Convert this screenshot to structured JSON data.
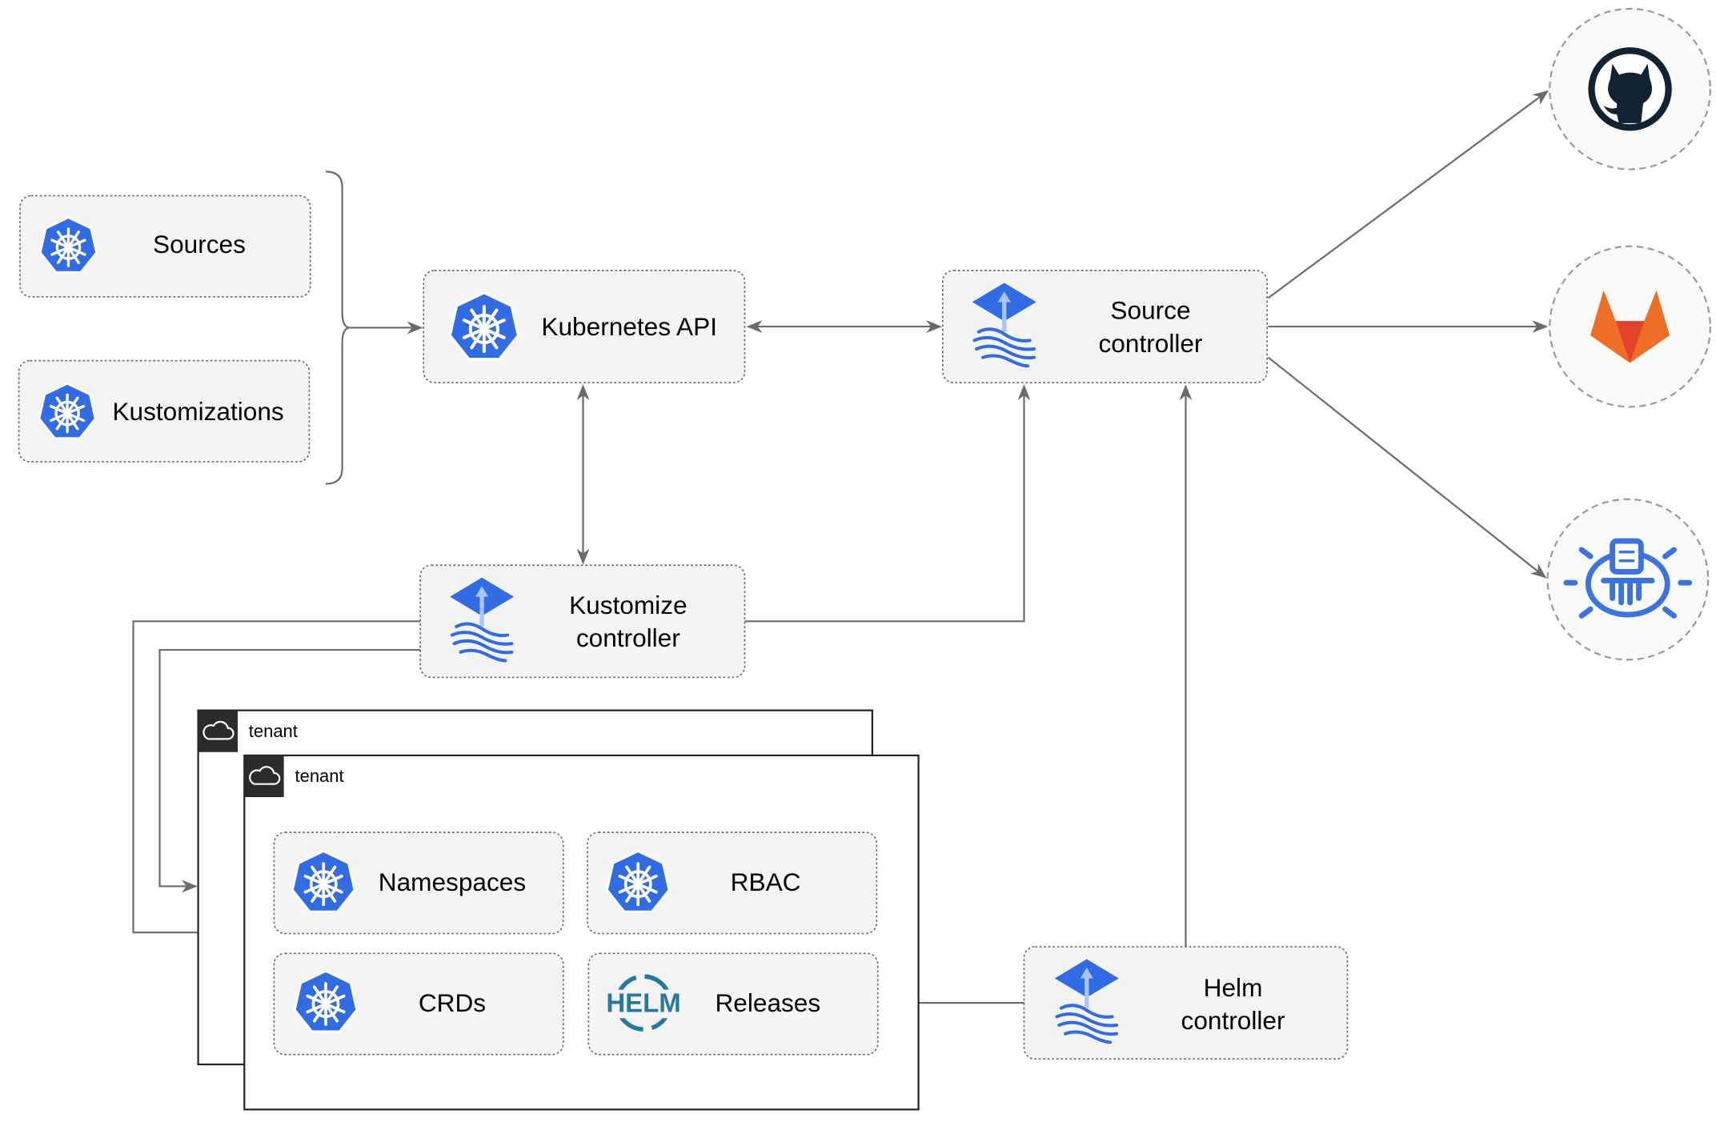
{
  "colors": {
    "kubernetes_blue": "#326ce5",
    "flux_blue": "#326ce5",
    "edge": "#6b6b6b",
    "github": "#112233",
    "gitlab_red": "#e24329",
    "gitlab_orange": "#fca326",
    "helm": "#277a9f"
  },
  "nodes": {
    "sources": {
      "label": "Sources",
      "icon": "kubernetes-icon"
    },
    "kustomizations": {
      "label": "Kustomizations",
      "icon": "kubernetes-icon"
    },
    "kubernetes_api": {
      "label": "Kubernetes API",
      "icon": "kubernetes-icon"
    },
    "source_controller": {
      "line1": "Source",
      "line2": "controller",
      "icon": "flux-icon"
    },
    "kustomize_controller": {
      "line1": "Kustomize",
      "line2": "controller",
      "icon": "flux-icon"
    },
    "helm_controller": {
      "line1": "Helm",
      "line2": "controller",
      "icon": "flux-icon"
    },
    "namespaces": {
      "label": "Namespaces",
      "icon": "kubernetes-icon"
    },
    "rbac": {
      "label": "RBAC",
      "icon": "kubernetes-icon"
    },
    "crds": {
      "label": "CRDs",
      "icon": "kubernetes-icon"
    },
    "releases": {
      "label": "Releases",
      "icon": "helm-icon",
      "logo_text": "HELM"
    }
  },
  "tenants": [
    {
      "label": "tenant",
      "icon": "cloud-icon"
    },
    {
      "label": "tenant",
      "icon": "cloud-icon"
    }
  ],
  "external": [
    {
      "icon": "github-icon"
    },
    {
      "icon": "gitlab-icon"
    },
    {
      "icon": "bucket-icon"
    }
  ]
}
